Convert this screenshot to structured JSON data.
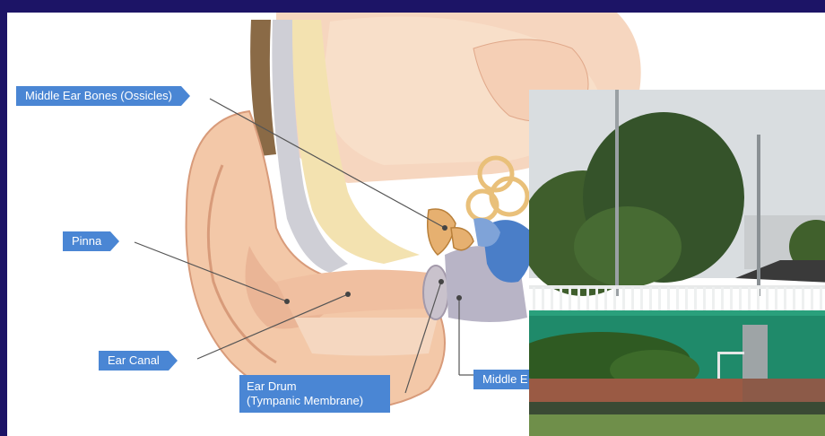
{
  "diagram": {
    "labels": {
      "ossicles": "Middle Ear Bones (Ossicles)",
      "pinna": "Pinna",
      "ear_canal": "Ear Canal",
      "ear_drum_line1": "Ear Drum",
      "ear_drum_line2": "(Tympanic Membrane)",
      "middle_ear": "Middle E"
    },
    "colors": {
      "callout": "#4a86d4",
      "background": "#1c1466",
      "skin": "#f3c8a8"
    }
  }
}
